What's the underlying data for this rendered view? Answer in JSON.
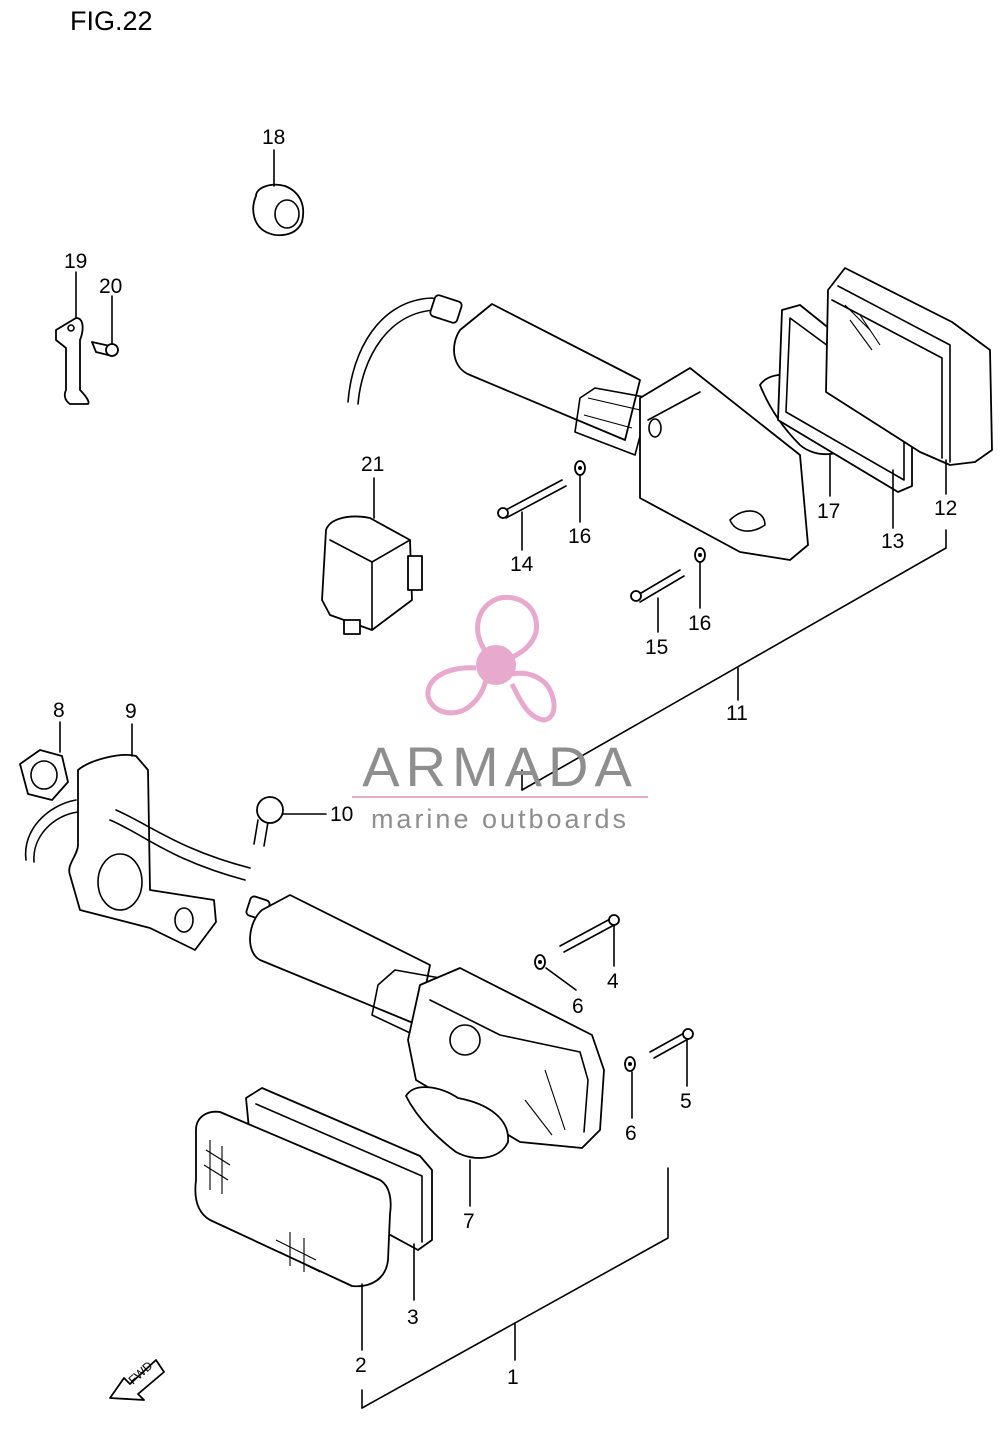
{
  "figure": {
    "title": "FIG.22"
  },
  "callouts": [
    {
      "id": "c1",
      "text": "1"
    },
    {
      "id": "c2",
      "text": "2"
    },
    {
      "id": "c3",
      "text": "3"
    },
    {
      "id": "c4",
      "text": "4"
    },
    {
      "id": "c5",
      "text": "5"
    },
    {
      "id": "c6a",
      "text": "6"
    },
    {
      "id": "c6b",
      "text": "6"
    },
    {
      "id": "c7",
      "text": "7"
    },
    {
      "id": "c8",
      "text": "8"
    },
    {
      "id": "c9",
      "text": "9"
    },
    {
      "id": "c10",
      "text": "10"
    },
    {
      "id": "c11",
      "text": "11"
    },
    {
      "id": "c12",
      "text": "12"
    },
    {
      "id": "c13",
      "text": "13"
    },
    {
      "id": "c14",
      "text": "14"
    },
    {
      "id": "c15",
      "text": "15"
    },
    {
      "id": "c16a",
      "text": "16"
    },
    {
      "id": "c16b",
      "text": "16"
    },
    {
      "id": "c17",
      "text": "17"
    },
    {
      "id": "c18",
      "text": "18"
    },
    {
      "id": "c19",
      "text": "19"
    },
    {
      "id": "c20",
      "text": "20"
    },
    {
      "id": "c21",
      "text": "21"
    }
  ],
  "direction_marker": {
    "text": "FWD"
  },
  "watermark": {
    "brand": "ARMADA",
    "tagline": "marine outboards",
    "colors": {
      "logo": "#e8a9cf",
      "text": "#8e8e8e",
      "rule": "#e8a9cf"
    }
  }
}
